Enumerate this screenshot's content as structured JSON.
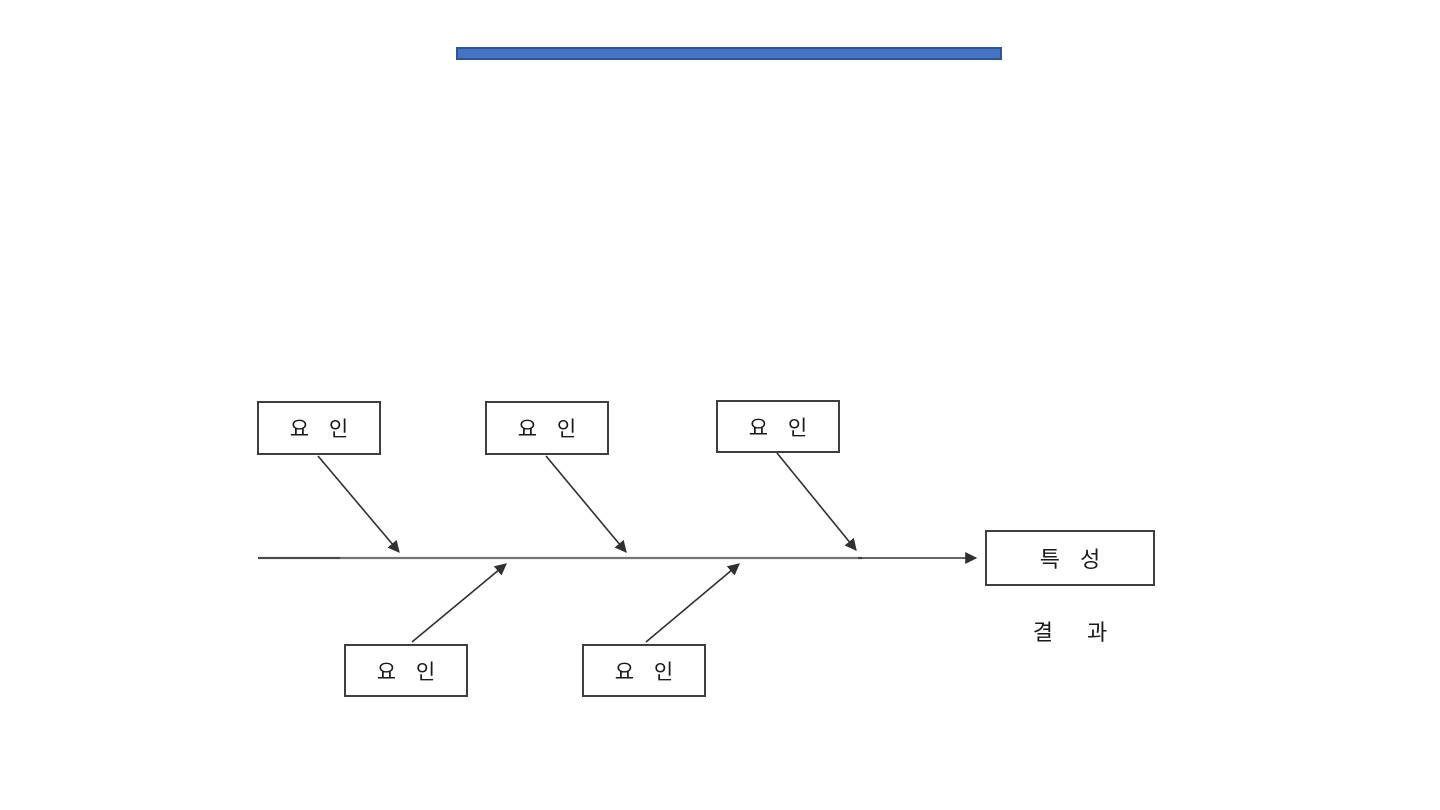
{
  "slide": {
    "background_color": "#ffffff",
    "title_underline": {
      "fill_color": "#4472c4",
      "border_color": "#2f5597"
    }
  },
  "diagram": {
    "type": "fishbone-cause-effect",
    "spine_color": "#757575",
    "arrow_color": "#303030",
    "box_border_color": "#3f3f3f",
    "factors": [
      {
        "label": "요 인"
      },
      {
        "label": "요 인"
      },
      {
        "label": "요 인"
      },
      {
        "label": "요 인"
      },
      {
        "label": "요 인"
      }
    ],
    "effect": {
      "label": "특 성"
    },
    "result": {
      "label": "결 과"
    }
  }
}
